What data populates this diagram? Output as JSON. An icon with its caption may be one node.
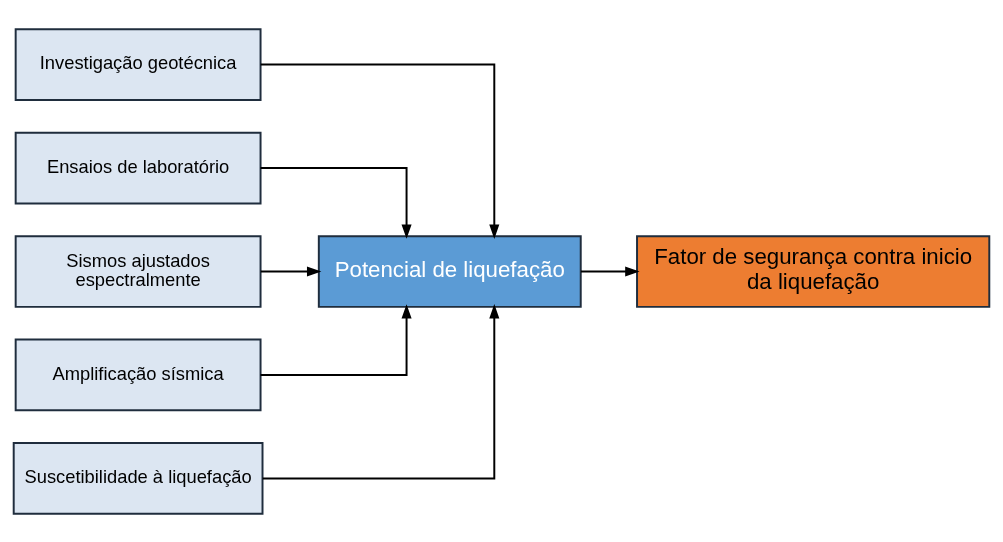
{
  "diagram": {
    "nodes": [
      {
        "text": [
          "Investigação geotécnica"
        ]
      },
      {
        "text": [
          "Ensaios de laboratório"
        ]
      },
      {
        "text": [
          "Sismos ajustados espectralmente"
        ]
      },
      {
        "text": [
          "Amplificação sísmica"
        ]
      },
      {
        "text": [
          "Suscetibilidade à liquefação"
        ]
      },
      {
        "text": [
          "Potencial de liquefação"
        ]
      },
      {
        "text": [
          "Fator de segurança contra inicio da liquefação"
        ]
      }
    ],
    "edges": [
      {
        "from": 0,
        "to": 5,
        "arrow": "to"
      },
      {
        "from": 1,
        "to": 5,
        "arrow": "to"
      },
      {
        "from": 2,
        "to": 5,
        "arrow": "to"
      },
      {
        "from": 3,
        "to": 5,
        "arrow": "to"
      },
      {
        "from": 4,
        "to": 5,
        "arrow": "to"
      },
      {
        "from": 5,
        "to": 6,
        "arrow": "to"
      }
    ]
  }
}
